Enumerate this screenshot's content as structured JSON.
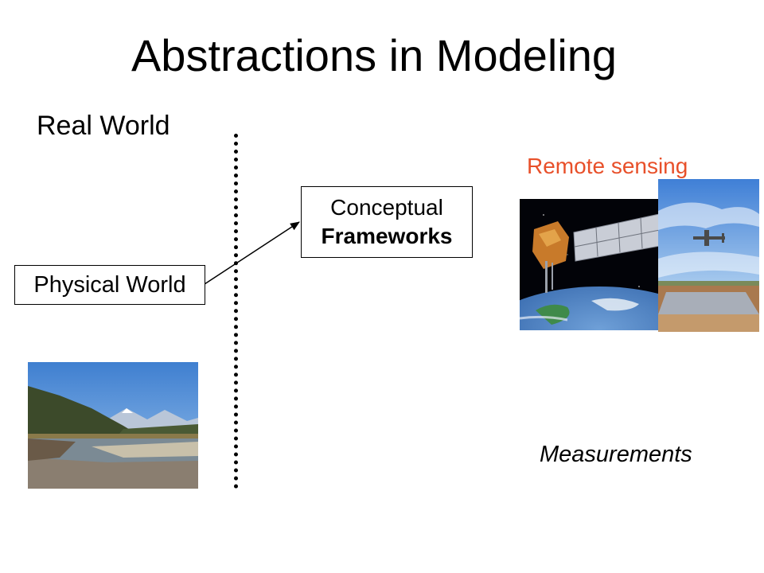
{
  "slide": {
    "title": "Abstractions in Modeling",
    "real_world_label": "Real World",
    "physical_world_label": "Physical World",
    "conceptual_line1": "Conceptual",
    "conceptual_line2": "Frameworks",
    "remote_sensing_label": "Remote sensing",
    "measurements_label": "Measurements"
  },
  "colors": {
    "remote_sensing": "#e8502a",
    "text": "#000000",
    "background": "#ffffff"
  },
  "images": {
    "satellite": "satellite-over-earth-photo",
    "aircraft": "aircraft-over-desert-photo",
    "landscape": "river-mountain-landscape-photo"
  }
}
